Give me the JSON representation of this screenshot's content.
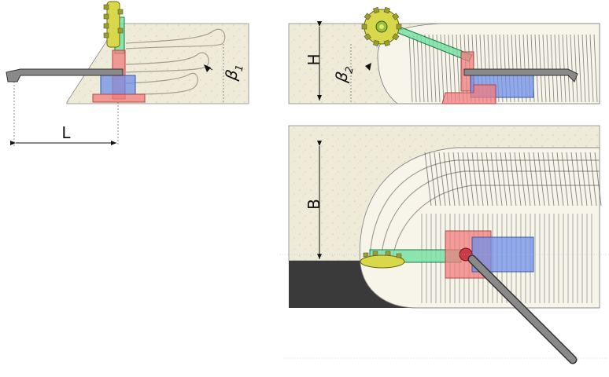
{
  "labels": {
    "L": "L",
    "H": "H",
    "B": "B",
    "beta1_symbol": "β",
    "beta1_sub": "1",
    "beta2_symbol": "β",
    "beta2_sub": "2"
  },
  "colors": {
    "rock": "#efebd9",
    "floor": "#3a3a3a",
    "arm": "#70e0a0",
    "boom": "#8a8a8a",
    "red_part": "#f07c7c",
    "blue_part": "#6f8fe8",
    "cutter": "#d8d84a"
  },
  "icons": [
    "cutter-head-icon",
    "arrow-icon"
  ]
}
